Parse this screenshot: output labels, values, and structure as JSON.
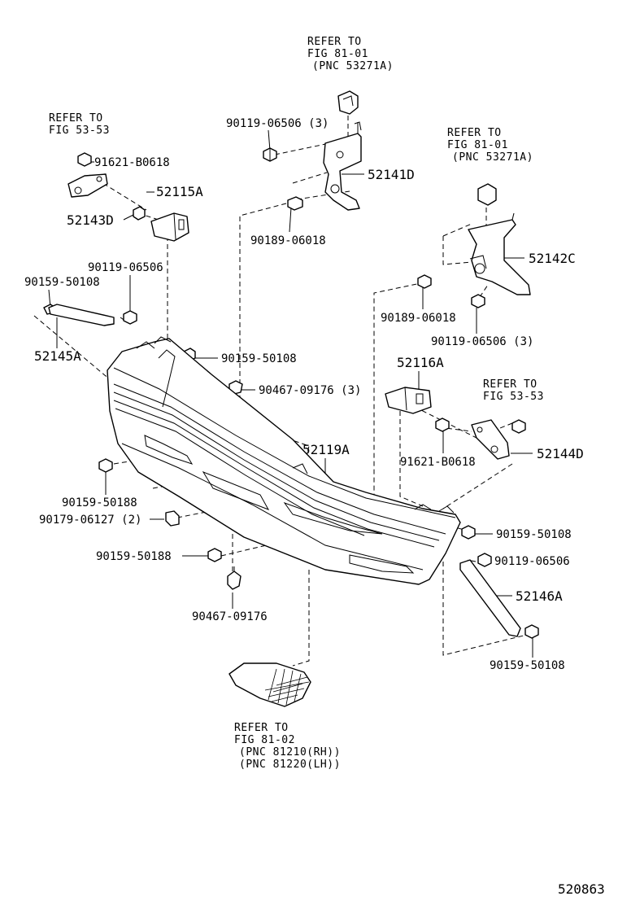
{
  "refers": {
    "ref_top": [
      "REFER TO",
      "FIG 81-01",
      "(PNC 53271A)"
    ],
    "ref_right": [
      "REFER TO",
      "FIG 81-01",
      "(PNC 53271A)"
    ],
    "ref_left": [
      "REFER TO",
      "FIG 53-53"
    ],
    "ref_mid_right": [
      "REFER TO",
      "FIG 53-53"
    ],
    "ref_bottom": [
      "REFER TO",
      "FIG 81-02",
      "(PNC 81210(RH))",
      "(PNC 81220(LH))"
    ]
  },
  "labels": {
    "p90119_06506_3_top": "90119-06506 (3)",
    "p52141D": "52141D",
    "p90189_06018_top": "90189-06018",
    "p91621_B0618_left": "91621-B0618",
    "p52115A": "52115A",
    "p52143D": "52143D",
    "p52142C": "52142C",
    "p90119_06506_left": "90119-06506",
    "p90159_50108_left": "90159-50108",
    "p52145A": "52145A",
    "p90189_06018_right": "90189-06018",
    "p90119_06506_3_right": "90119-06506 (3)",
    "p90159_50108_center": "90159-50108",
    "p52116A": "52116A",
    "p90467_09176_3": "90467-09176 (3)",
    "p52144D": "52144D",
    "p52119A": "52119A",
    "p91621_B0618_right": "91621-B0618",
    "p90159_50188_left": "90159-50188",
    "p90179_06127_2": "90179-06127 (2)",
    "p90159_50108_right1": "90159-50108",
    "p90159_50188_bottom": "90159-50188",
    "p90119_06506_right": "90119-06506",
    "p52146A": "52146A",
    "p90467_09176": "90467-09176",
    "p90159_50108_right2": "90159-50108"
  },
  "figure_number": "520863"
}
